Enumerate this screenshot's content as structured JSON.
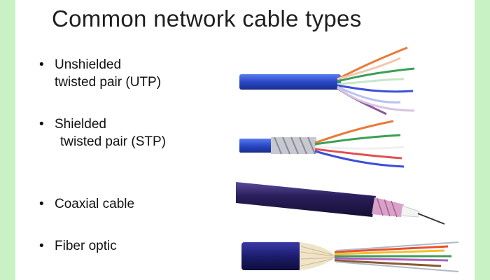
{
  "title": "Common network cable types",
  "items": [
    {
      "line1": "Unshielded",
      "line2": "twisted pair (UTP)"
    },
    {
      "line1": "Shielded",
      "line2": "twisted pair (STP)"
    },
    {
      "line1": "Coaxial cable",
      "line2": ""
    },
    {
      "line1": "Fiber optic",
      "line2": ""
    }
  ],
  "colors": {
    "background": "#c9f2c4",
    "cable_blue": "#2a49c8",
    "coax_purple": "#2b1f5c"
  },
  "icons": [
    "utp-cable-image",
    "stp-cable-image",
    "coaxial-cable-image",
    "fiber-optic-cable-image"
  ]
}
